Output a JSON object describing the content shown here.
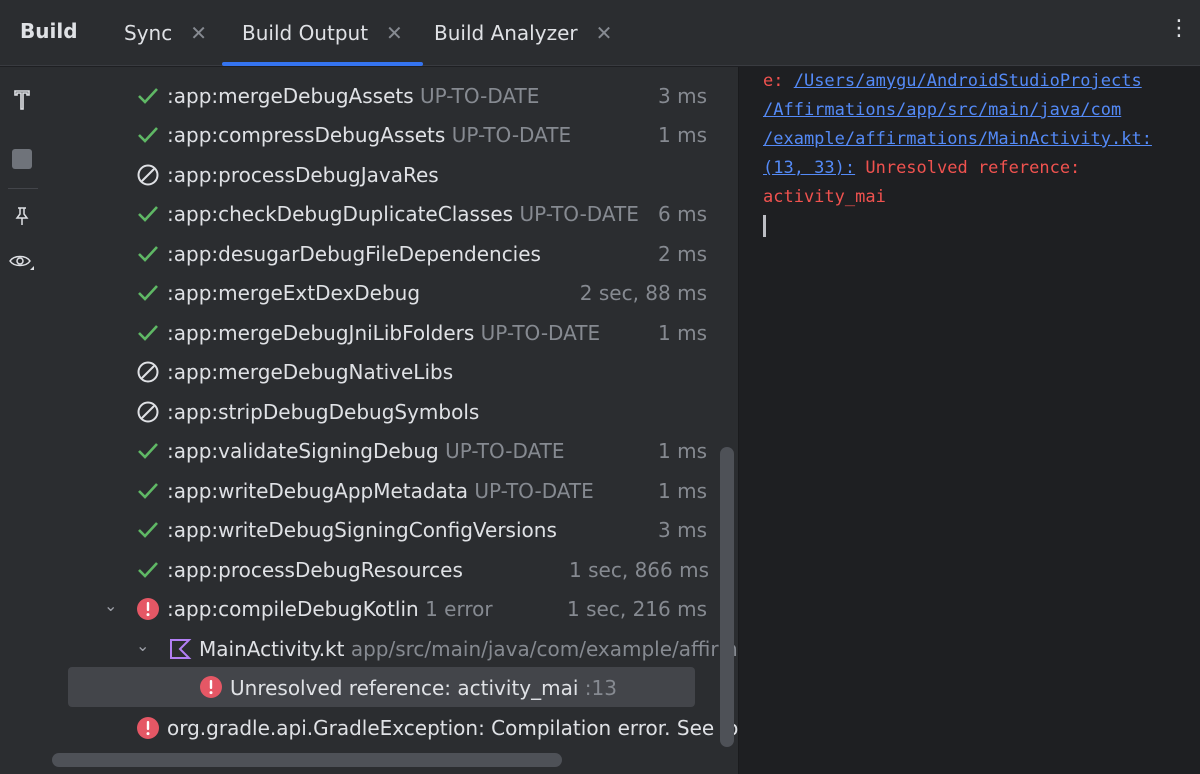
{
  "header": {
    "title": "Build",
    "tabs": [
      {
        "label": "Sync",
        "close": "✕"
      },
      {
        "label": "Build Output",
        "close": "✕"
      },
      {
        "label": "Build Analyzer",
        "close": "✕"
      }
    ],
    "menu_icon": "more-vertical-icon",
    "accent_color": "#3574f0"
  },
  "toolstrip": {
    "items": [
      "rerun-hammer-icon",
      "stop-icon",
      "pin-icon",
      "eye-icon"
    ]
  },
  "tree": {
    "rows": [
      {
        "status": "success",
        "task": ":app:mergeDebugAssets",
        "note": "UP-TO-DATE",
        "time": "3 ms"
      },
      {
        "status": "success",
        "task": ":app:compressDebugAssets",
        "note": "UP-TO-DATE",
        "time": "1 ms"
      },
      {
        "status": "skipped",
        "task": ":app:processDebugJavaRes",
        "note": "",
        "time": ""
      },
      {
        "status": "success",
        "task": ":app:checkDebugDuplicateClasses",
        "note": "UP-TO-DATE",
        "time": "6 ms"
      },
      {
        "status": "success",
        "task": ":app:desugarDebugFileDependencies",
        "note": "",
        "time": "2 ms"
      },
      {
        "status": "success",
        "task": ":app:mergeExtDexDebug",
        "note": "",
        "time": "2 sec, 88 ms"
      },
      {
        "status": "success",
        "task": ":app:mergeDebugJniLibFolders",
        "note": "UP-TO-DATE",
        "time": "1 ms"
      },
      {
        "status": "skipped",
        "task": ":app:mergeDebugNativeLibs",
        "note": "",
        "time": ""
      },
      {
        "status": "skipped",
        "task": ":app:stripDebugDebugSymbols",
        "note": "",
        "time": ""
      },
      {
        "status": "success",
        "task": ":app:validateSigningDebug",
        "note": "UP-TO-DATE",
        "time": "1 ms"
      },
      {
        "status": "success",
        "task": ":app:writeDebugAppMetadata",
        "note": "UP-TO-DATE",
        "time": "1 ms"
      },
      {
        "status": "success",
        "task": ":app:writeDebugSigningConfigVersions",
        "note": "",
        "time": "3 ms"
      },
      {
        "status": "success",
        "task": ":app:processDebugResources",
        "note": "",
        "time": "1 sec, 866 ms"
      },
      {
        "status": "error",
        "task": ":app:compileDebugKotlin",
        "note": "1 error",
        "time": "1 sec, 216 ms"
      },
      {
        "status": "file",
        "task": "MainActivity.kt",
        "note": "app/src/main/java/com/example/affirm",
        "time": ""
      },
      {
        "status": "error",
        "task": "Unresolved reference: activity_mai",
        "note": ":13",
        "time": ""
      },
      {
        "status": "error",
        "task": "org.gradle.api.GradleException: Compilation error. See lo",
        "note": "",
        "time": ""
      }
    ]
  },
  "console": {
    "lines": [
      {
        "prefix": "e: ",
        "link": "/Users/amygu/AndroidStudioProjects",
        "rest": ""
      },
      {
        "prefix": "",
        "link": "/Affirmations/app/src/main/java/com",
        "rest": ""
      },
      {
        "prefix": "",
        "link": "/example/affirmations/MainActivity.kt:",
        "rest": ""
      },
      {
        "prefix": "",
        "link": "(13, 33):",
        "rest": " Unresolved reference:"
      },
      {
        "prefix": "",
        "link": "",
        "rest": "activity_mai"
      }
    ]
  },
  "colors": {
    "success": "#5fb865",
    "error": "#e55765",
    "muted": "#868a91",
    "link": "#548af7",
    "console_error": "#f0524f",
    "kotlin": "#b37ff5"
  }
}
